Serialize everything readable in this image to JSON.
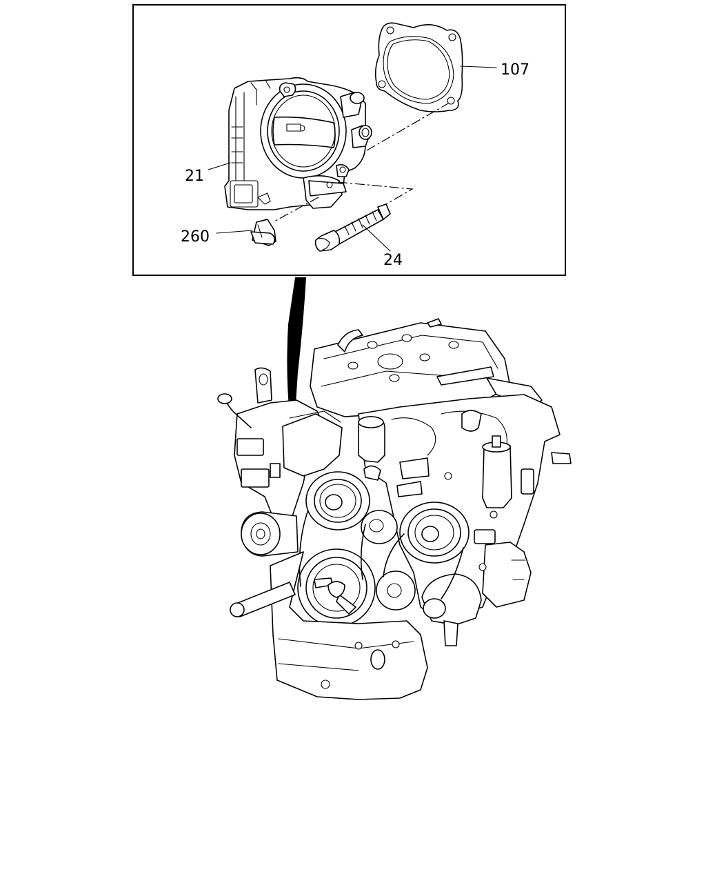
{
  "callouts": {
    "gasket": "107",
    "throttle_body": "21",
    "clip": "260",
    "bolt": "24"
  },
  "colors": {
    "line": "#000000",
    "background": "#ffffff"
  }
}
